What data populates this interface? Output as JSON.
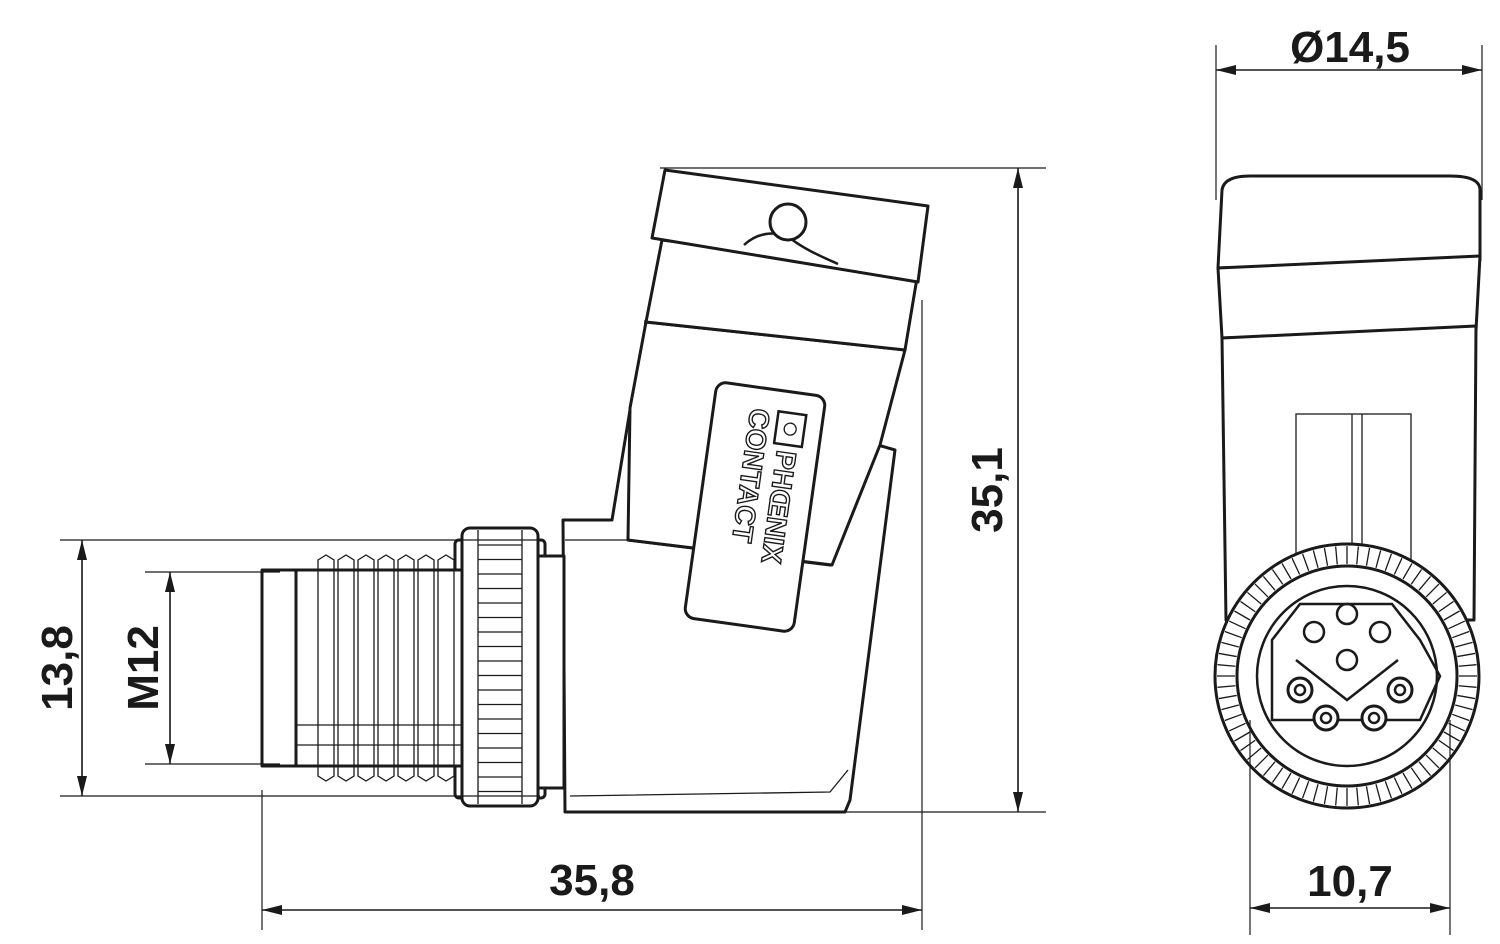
{
  "dimensions": {
    "total_height": "35,1",
    "total_length": "35,8",
    "nut_diameter": "13,8",
    "thread": "M12",
    "cap_diameter": "Ø14,5",
    "face_width": "10,7"
  },
  "logo": {
    "line1": "PHŒNIX",
    "line2": "CONTACT"
  }
}
